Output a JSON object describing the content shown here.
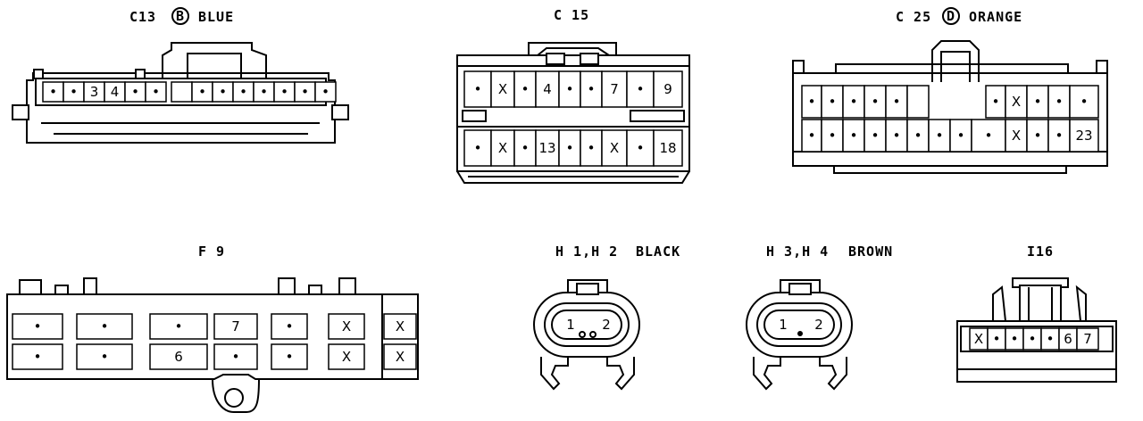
{
  "connectors": [
    {
      "id": "c13",
      "name": "C13",
      "letter": "B",
      "color": "BLUE",
      "rows": [
        [
          "•",
          "•",
          "3",
          "4",
          "•",
          "•",
          "",
          "•",
          "•",
          "•",
          "•",
          "•",
          "•",
          "•"
        ]
      ]
    },
    {
      "id": "c15",
      "name": "C 15",
      "letter": "",
      "color": "",
      "rows": [
        [
          "•",
          "X",
          "•",
          "4",
          "•",
          "•",
          "7",
          "•",
          "9"
        ],
        [
          "•",
          "X",
          "•",
          "13",
          "•",
          "•",
          "X",
          "•",
          "18"
        ]
      ]
    },
    {
      "id": "c25",
      "name": "C 25",
      "letter": "D",
      "color": "ORANGE",
      "rows": [
        [
          "•",
          "•",
          "•",
          "•",
          "•",
          "",
          "",
          "•",
          "X",
          "•",
          "•",
          "•"
        ],
        [
          "•",
          "•",
          "•",
          "•",
          "•",
          "•",
          "•",
          "•",
          "•",
          "X",
          "•",
          "•",
          "23"
        ]
      ]
    },
    {
      "id": "f9",
      "name": "F 9",
      "letter": "",
      "color": "",
      "rows": [
        [
          "•",
          "•",
          "•",
          "7",
          "•",
          "X",
          "X"
        ],
        [
          "•",
          "•",
          "6",
          "•",
          "•",
          "X",
          "X"
        ]
      ]
    },
    {
      "id": "h12",
      "name": "H 1,H 2",
      "letter": "",
      "color": "BLACK",
      "rows": [
        [
          "1",
          "2"
        ]
      ]
    },
    {
      "id": "h34",
      "name": "H 3,H 4",
      "letter": "",
      "color": "BROWN",
      "rows": [
        [
          "1",
          "2"
        ]
      ]
    },
    {
      "id": "i16",
      "name": "I16",
      "letter": "",
      "color": "",
      "rows": [
        [
          "X",
          "•",
          "•",
          "•",
          "•",
          "6",
          "7"
        ]
      ]
    }
  ]
}
